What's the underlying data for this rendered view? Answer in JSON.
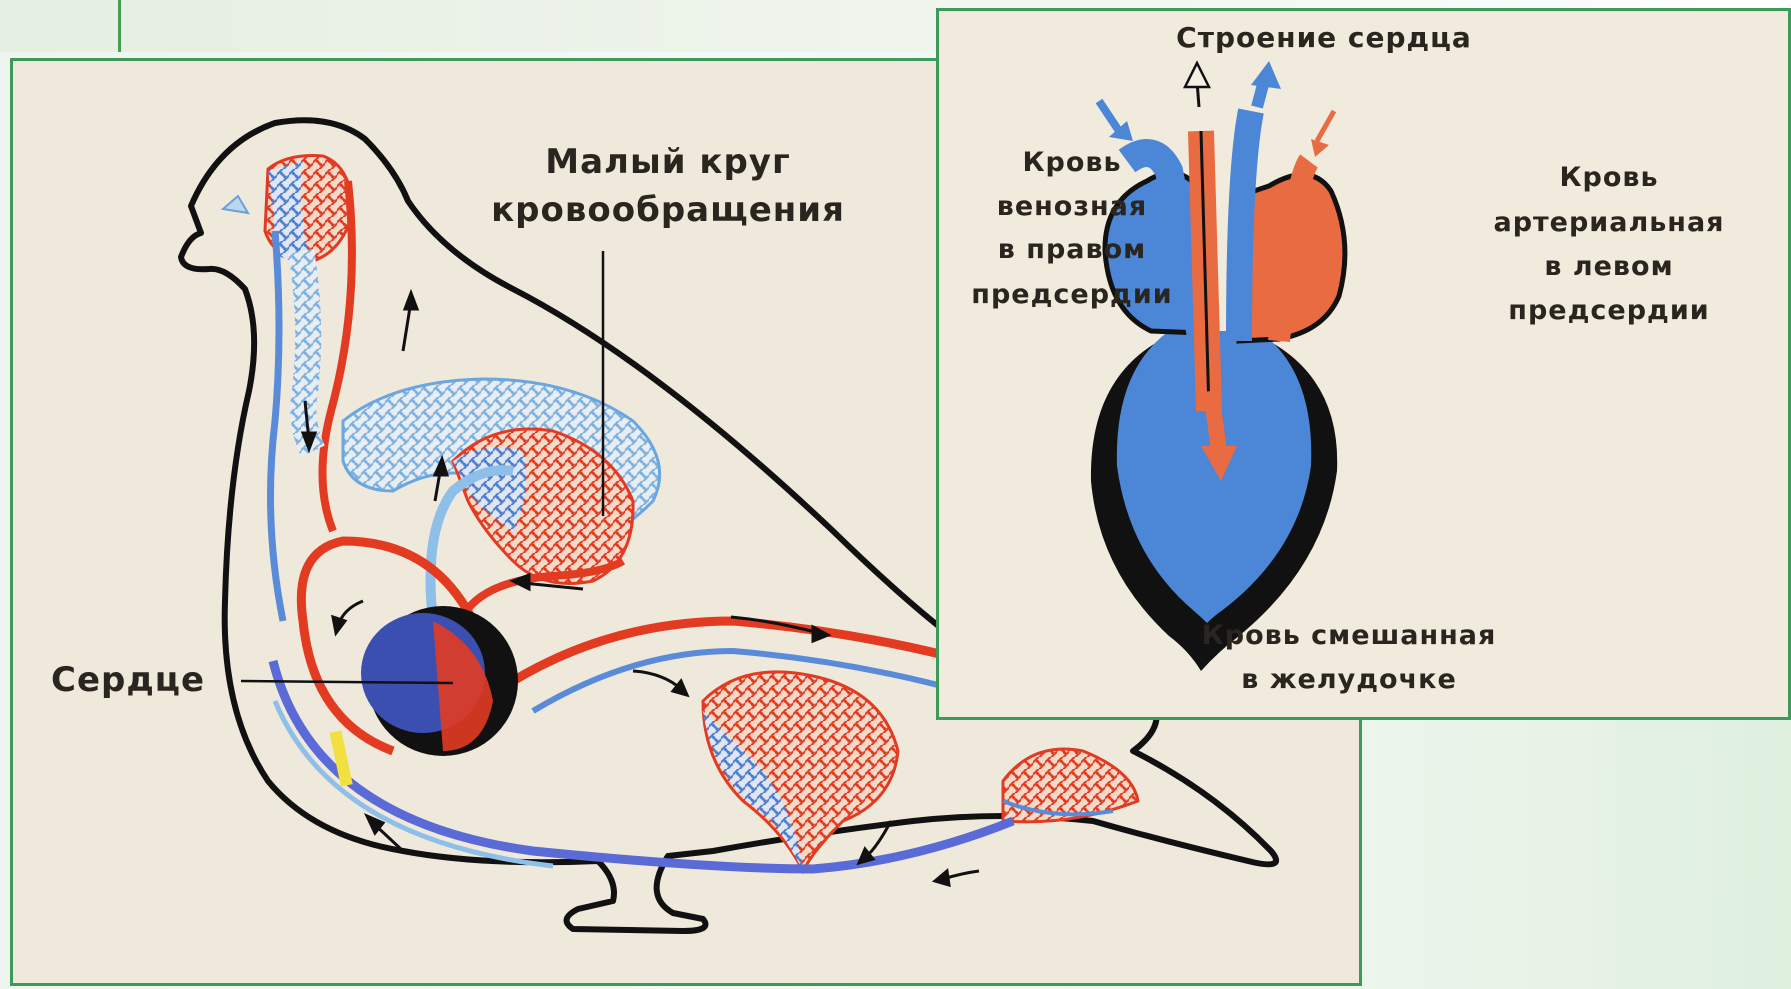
{
  "bird_diagram": {
    "label_small_circle_line1": "Малый круг",
    "label_small_circle_line2": "кровообращения",
    "label_heart": "Сердце"
  },
  "heart_diagram": {
    "title": "Строение сердца",
    "venous_line1": "Кровь",
    "venous_line2": "венозная",
    "venous_line3": "в правом",
    "venous_line4": "предсердии",
    "arterial_line1": "Кровь",
    "arterial_line2": "артериальная",
    "arterial_line3": "в левом",
    "arterial_line4": "предсердии",
    "mixed_line1": "Кровь смешанная",
    "mixed_line2": "в желудочке"
  },
  "colors": {
    "arterial": "#e23b22",
    "venous": "#4c86d6",
    "venous_dark": "#3a4fb0",
    "outline": "#111111",
    "panel_border": "#3c9a5a"
  }
}
